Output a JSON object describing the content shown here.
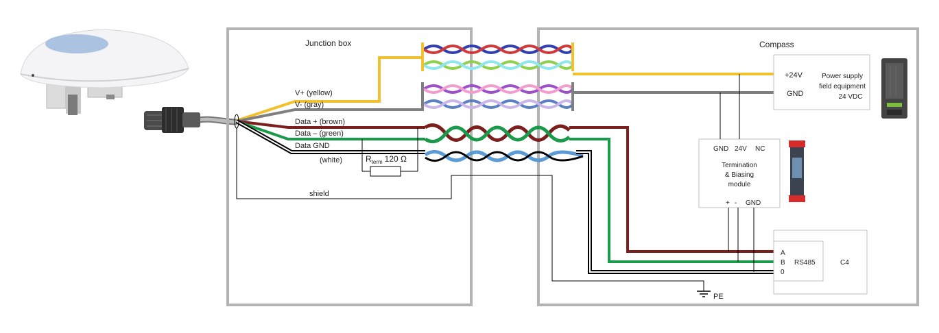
{
  "junction_box": {
    "title": "Junction box",
    "wires": {
      "v_plus": "V+ (yellow)",
      "v_minus": "V- (gray)",
      "data_plus": "Data + (brown)",
      "data_minus": "Data – (green)",
      "data_gnd": "Data GND",
      "data_gnd_color": "(white)"
    },
    "resistor": {
      "symbol": "R",
      "subscript": "term",
      "value": "120 Ω"
    },
    "shield": "shield"
  },
  "compass": {
    "title": "Compass",
    "power_supply": {
      "pin_plus": "+24V",
      "pin_gnd": "GND",
      "line1": "Power supply",
      "line2": "field equipment",
      "line3": "24 VDC"
    },
    "termination": {
      "top_gnd": "GND",
      "top_24v": "24V",
      "top_nc": "NC",
      "line1": "Termination",
      "line2": "& Biasing",
      "line3": "module",
      "bot_plus": "+",
      "bot_minus": "-",
      "bot_gnd": "GND"
    },
    "c4": {
      "pin_a": "A",
      "pin_b": "B",
      "pin_0": "0",
      "bus": "RS485",
      "name": "C4"
    },
    "pe": "PE"
  },
  "colors": {
    "yellow": "#f2c12e",
    "gray": "#7f7f7f",
    "brown": "#7b1e1e",
    "green": "#1a9a4a",
    "white_wire": "#000000",
    "blue": "#5b9bd5",
    "box_border": "#b3b3b3"
  },
  "icons": [
    "sensor-dome-icon",
    "m12-connector-icon",
    "din-module-icon",
    "power-supply-icon",
    "ground-symbol-icon"
  ]
}
